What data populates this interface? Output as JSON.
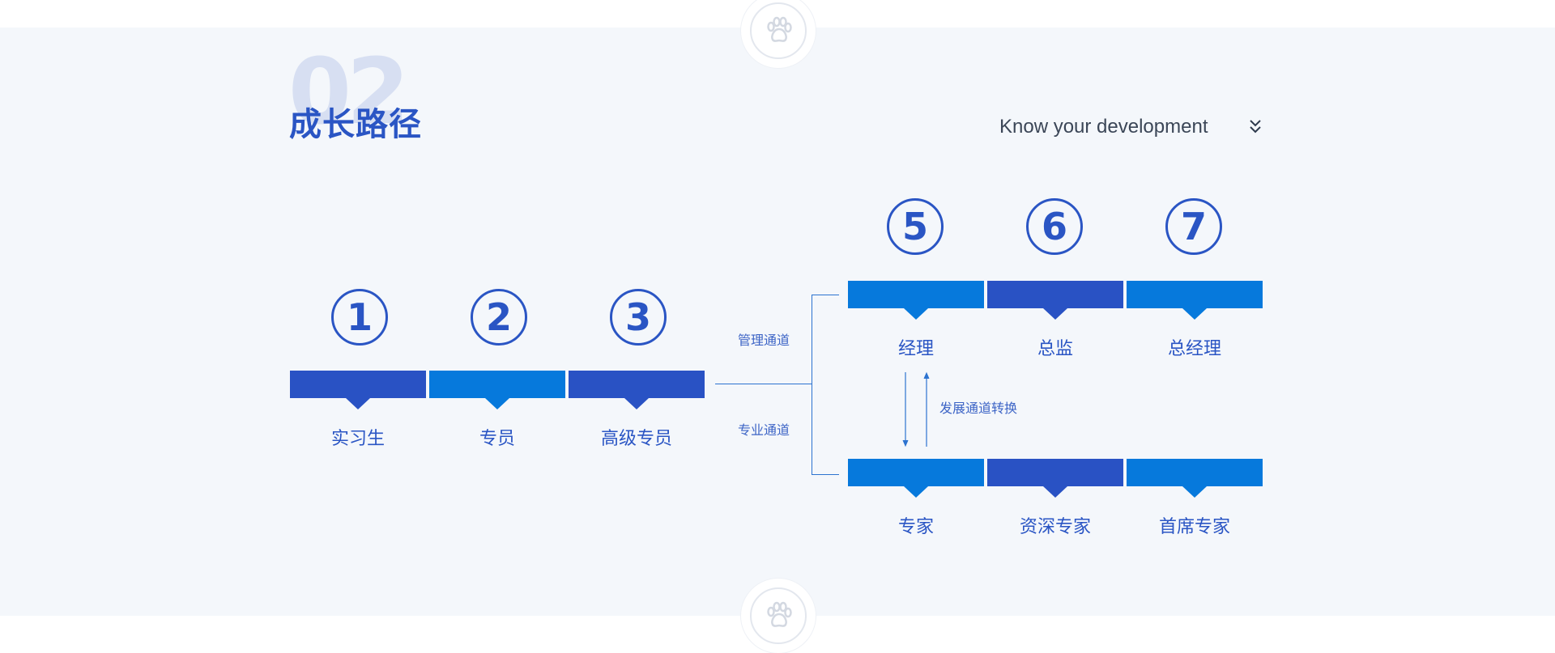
{
  "section": {
    "number": "02",
    "title": "成长路径",
    "subtitle": "Know your development"
  },
  "steps": [
    {
      "num": "1",
      "label": "实习生"
    },
    {
      "num": "2",
      "label": "专员"
    },
    {
      "num": "3",
      "label": "高级专员"
    }
  ],
  "channels": {
    "management": "管理通道",
    "professional": "专业通道",
    "switch": "发展通道转换"
  },
  "management_track": [
    {
      "num": "5",
      "label": "经理"
    },
    {
      "num": "6",
      "label": "总监"
    },
    {
      "num": "7",
      "label": "总经理"
    }
  ],
  "professional_track": [
    {
      "label": "专家"
    },
    {
      "label": "资深专家"
    },
    {
      "label": "首席专家"
    }
  ],
  "colors": {
    "dark_blue": "#2952c4",
    "light_blue": "#0679dc",
    "background": "#f4f7fb"
  },
  "icons": [
    "paw-icon",
    "double-chevron-down-icon"
  ]
}
